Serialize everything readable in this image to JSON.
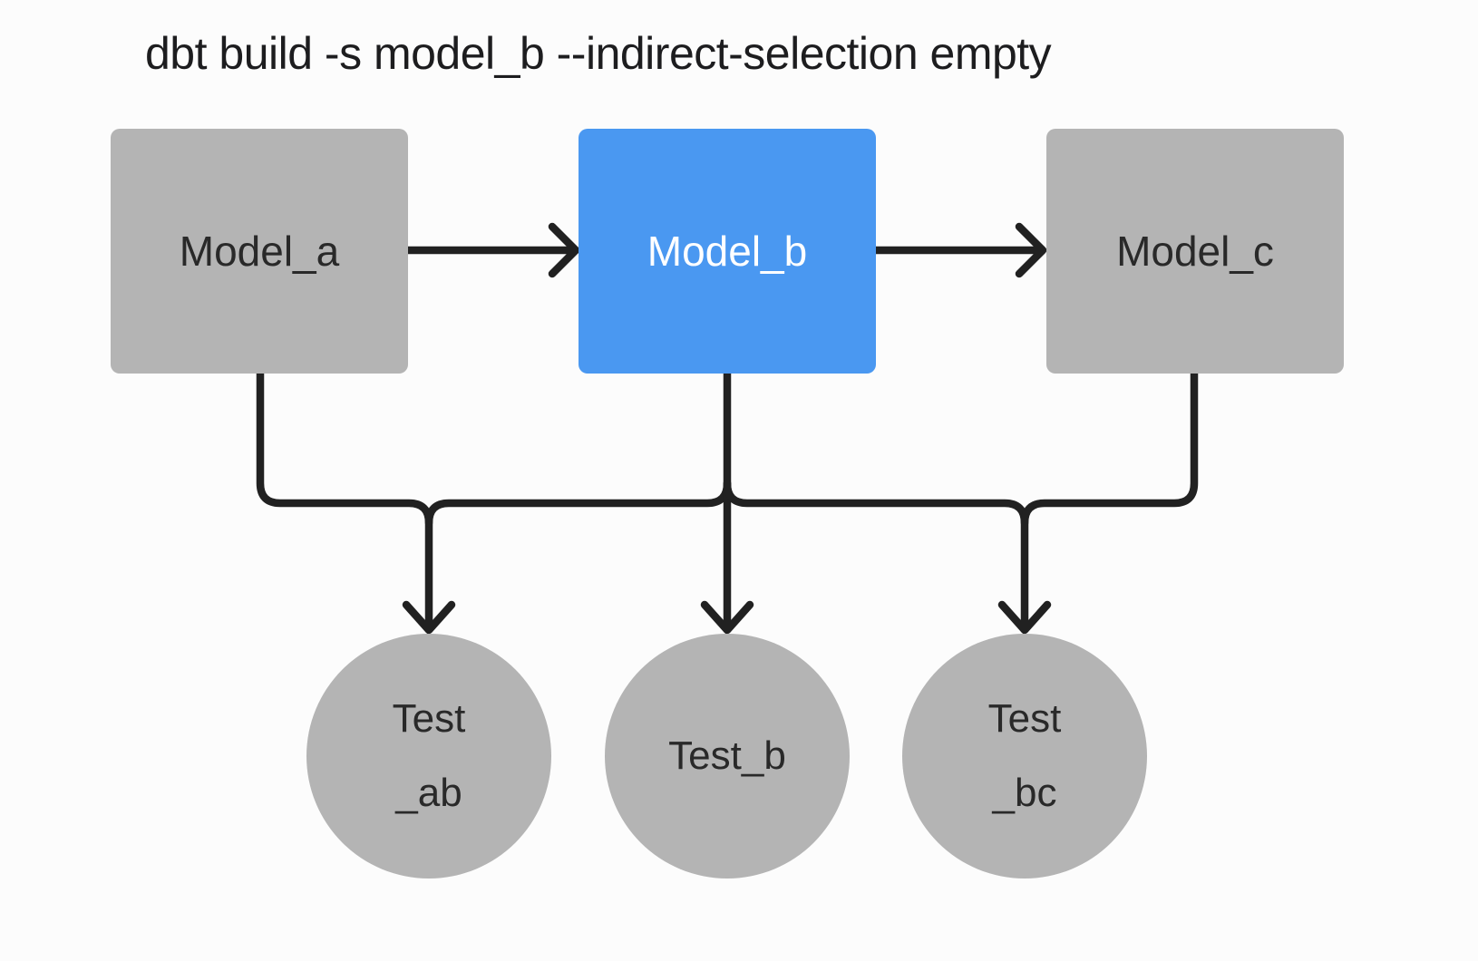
{
  "title": "dbt build -s model_b --indirect-selection empty",
  "colors": {
    "background": "#fcfcfc",
    "node_gray": "#b4b4b4",
    "node_selected_blue": "#4a98f1",
    "edge_stroke": "#212121",
    "text_dark": "#292929",
    "text_on_blue": "#ffffff",
    "title_text": "#1d1d1f"
  },
  "models": [
    {
      "id": "model_a",
      "label": "Model_a",
      "selected": false
    },
    {
      "id": "model_b",
      "label": "Model_b",
      "selected": true
    },
    {
      "id": "model_c",
      "label": "Model_c",
      "selected": false
    }
  ],
  "tests": [
    {
      "id": "test_ab",
      "line1": "Test",
      "line2": "_ab"
    },
    {
      "id": "test_b",
      "line1": "Test_b",
      "line2": ""
    },
    {
      "id": "test_bc",
      "line1": "Test",
      "line2": "_bc"
    }
  ],
  "edges": [
    {
      "from": "model_a",
      "to": "model_b",
      "type": "arrow"
    },
    {
      "from": "model_b",
      "to": "model_c",
      "type": "arrow"
    },
    {
      "from": "model_a",
      "to": "test_ab",
      "type": "arrow"
    },
    {
      "from": "model_b",
      "to": "test_ab",
      "type": "arrow"
    },
    {
      "from": "model_b",
      "to": "test_b",
      "type": "arrow"
    },
    {
      "from": "model_b",
      "to": "test_bc",
      "type": "arrow"
    },
    {
      "from": "model_c",
      "to": "test_bc",
      "type": "arrow"
    }
  ]
}
